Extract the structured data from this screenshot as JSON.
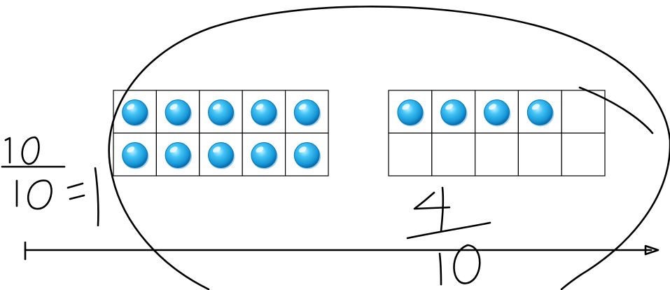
{
  "title": "",
  "frames": [
    {
      "name": "full-ten-frame",
      "rows": 2,
      "cols": 5,
      "filled": 10
    },
    {
      "name": "partial-ten-frame",
      "rows": 2,
      "cols": 5,
      "filled": 4
    }
  ],
  "annotations": {
    "whole_fraction": {
      "numerator": "10",
      "denominator": "10",
      "equals": "=",
      "result": "1"
    },
    "part_fraction": {
      "numerator": "4",
      "denominator": "10"
    }
  },
  "colors": {
    "ink": "#000000",
    "counter_light": "#8fe6ff",
    "counter_mid": "#29b6f6",
    "counter_dark": "#0277bd"
  }
}
